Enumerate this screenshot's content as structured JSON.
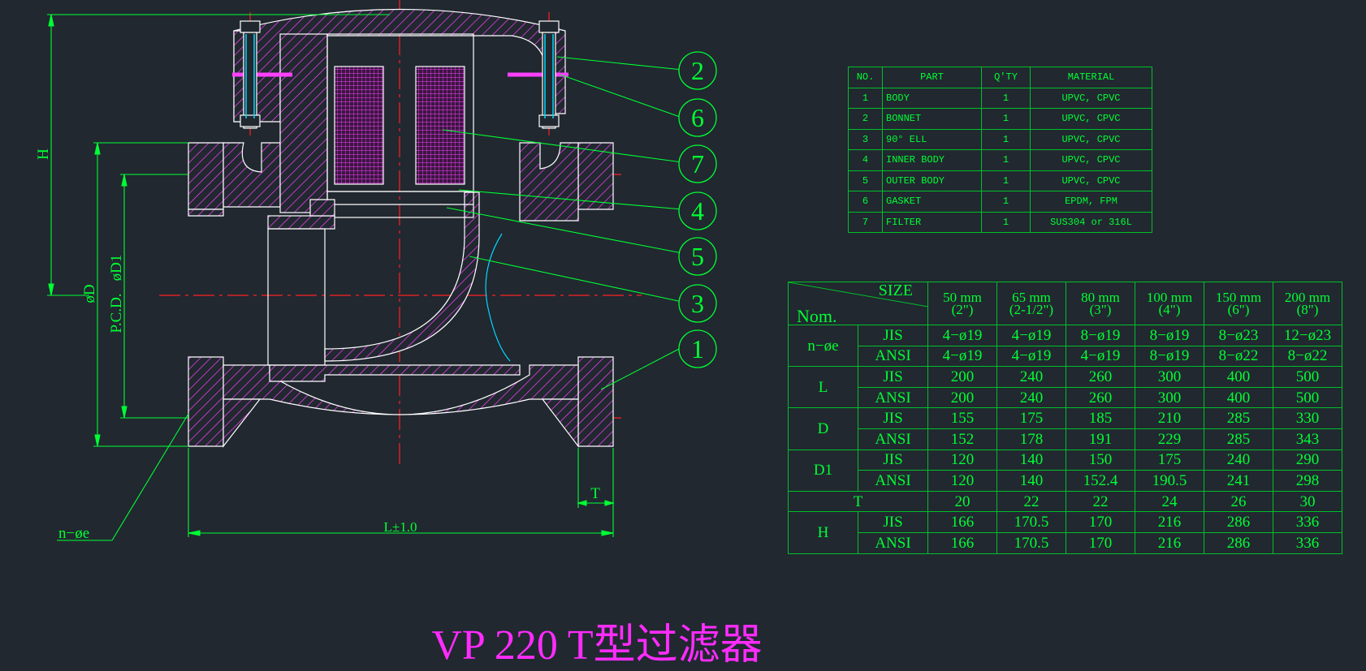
{
  "title": "VP 220 T型过滤器",
  "colors": {
    "background": "#212830",
    "line": "#00ff33",
    "body": "#ff40ff",
    "centerline": "#ff2020",
    "table": "#00c02a",
    "title": "#ff2bff"
  },
  "drawing": {
    "dims": {
      "H": "H",
      "PCD": "P.C.D.",
      "phiD1": "øD1",
      "phiD": "øD",
      "n_phi_e": "n−øe",
      "T": "T",
      "L": "L±1.0"
    },
    "balloons": [
      "2",
      "6",
      "7",
      "4",
      "5",
      "3",
      "1"
    ]
  },
  "parts": {
    "headers": [
      "NO.",
      "PART",
      "Q'TY",
      "MATERIAL"
    ],
    "rows": [
      [
        "1",
        "BODY",
        "1",
        "UPVC, CPVC"
      ],
      [
        "2",
        "BONNET",
        "1",
        "UPVC, CPVC"
      ],
      [
        "3",
        "90° ELL",
        "1",
        "UPVC, CPVC"
      ],
      [
        "4",
        "INNER BODY",
        "1",
        "UPVC, CPVC"
      ],
      [
        "5",
        "OUTER BODY",
        "1",
        "UPVC, CPVC"
      ],
      [
        "6",
        "GASKET",
        "1",
        "EPDM, FPM"
      ],
      [
        "7",
        "FILTER",
        "1",
        "SUS304 or 316L"
      ]
    ]
  },
  "sizes": {
    "corner_size": "SIZE",
    "corner_nom": "Nom.",
    "columns": [
      [
        "50 mm",
        "(2\")"
      ],
      [
        "65 mm",
        "(2-1/2\")"
      ],
      [
        "80 mm",
        "(3\")"
      ],
      [
        "100 mm",
        "(4\")"
      ],
      [
        "150 mm",
        "(6\")"
      ],
      [
        "200 mm",
        "(8\")"
      ]
    ],
    "groups": [
      {
        "name": "n−øe",
        "rows": [
          {
            "std": "JIS",
            "v": [
              "4−ø19",
              "4−ø19",
              "8−ø19",
              "8−ø19",
              "8−ø23",
              "12−ø23"
            ]
          },
          {
            "std": "ANSI",
            "v": [
              "4−ø19",
              "4−ø19",
              "4−ø19",
              "8−ø19",
              "8−ø22",
              "8−ø22"
            ]
          }
        ]
      },
      {
        "name": "L",
        "rows": [
          {
            "std": "JIS",
            "v": [
              "200",
              "240",
              "260",
              "300",
              "400",
              "500"
            ]
          },
          {
            "std": "ANSI",
            "v": [
              "200",
              "240",
              "260",
              "300",
              "400",
              "500"
            ]
          }
        ]
      },
      {
        "name": "D",
        "rows": [
          {
            "std": "JIS",
            "v": [
              "155",
              "175",
              "185",
              "210",
              "285",
              "330"
            ]
          },
          {
            "std": "ANSI",
            "v": [
              "152",
              "178",
              "191",
              "229",
              "285",
              "343"
            ]
          }
        ]
      },
      {
        "name": "D1",
        "rows": [
          {
            "std": "JIS",
            "v": [
              "120",
              "140",
              "150",
              "175",
              "240",
              "290"
            ]
          },
          {
            "std": "ANSI",
            "v": [
              "120",
              "140",
              "152.4",
              "190.5",
              "241",
              "298"
            ]
          }
        ]
      },
      {
        "name": "T",
        "rows": [
          {
            "std": "",
            "v": [
              "20",
              "22",
              "22",
              "24",
              "26",
              "30"
            ]
          }
        ]
      },
      {
        "name": "H",
        "rows": [
          {
            "std": "JIS",
            "v": [
              "166",
              "170.5",
              "170",
              "216",
              "286",
              "336"
            ]
          },
          {
            "std": "ANSI",
            "v": [
              "166",
              "170.5",
              "170",
              "216",
              "286",
              "336"
            ]
          }
        ]
      }
    ]
  }
}
